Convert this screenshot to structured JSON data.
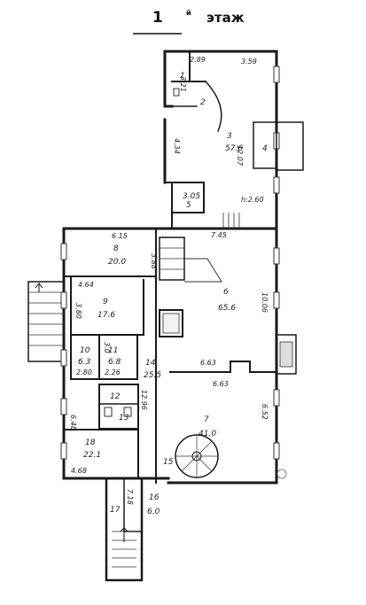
{
  "header": {
    "floor_number": "1",
    "floor_suffix": "й",
    "floor_word": "этаж"
  },
  "rooms": [
    {
      "num": "1",
      "area": ""
    },
    {
      "num": "2",
      "area": ""
    },
    {
      "num": "3",
      "area": "57.6"
    },
    {
      "num": "4",
      "area": ""
    },
    {
      "num": "5",
      "area": "3.05"
    },
    {
      "num": "6",
      "area": "65.6"
    },
    {
      "num": "7",
      "area": "41.0"
    },
    {
      "num": "8",
      "area": "20.0"
    },
    {
      "num": "9",
      "area": "17.6"
    },
    {
      "num": "10",
      "area": "6.3"
    },
    {
      "num": "11",
      "area": "6.8"
    },
    {
      "num": "12",
      "area": ""
    },
    {
      "num": "13",
      "area": ""
    },
    {
      "num": "14",
      "area": "25.5"
    },
    {
      "num": "15",
      "area": ""
    },
    {
      "num": "16",
      "area": "6.0"
    },
    {
      "num": "17",
      "area": ""
    },
    {
      "num": "18",
      "area": "22.1"
    }
  ],
  "dimensions": {
    "d_2_89": "2.89",
    "d_3_59": "3.59",
    "d_3_21": "3.21",
    "d_4_34": "4.34",
    "d_12_07": "12.07",
    "ceiling_height": "h:2.60",
    "d_6_15": "6.15",
    "d_7_45": "7.45",
    "d_3_88": "3.88",
    "d_4_64": "4.64",
    "d_3_80": "3.80",
    "d_10_06": "10.06",
    "d_3_0": "3.0",
    "d_2_80": "2.80",
    "d_2_26": "2.26",
    "d_6_63_a": "6.63",
    "d_6_63_b": "6.63",
    "d_12_96": "12.96",
    "d_6_48": "6.48",
    "d_6_52": "6.52",
    "d_4_68": "4.68",
    "d_7_18": "7.18"
  }
}
